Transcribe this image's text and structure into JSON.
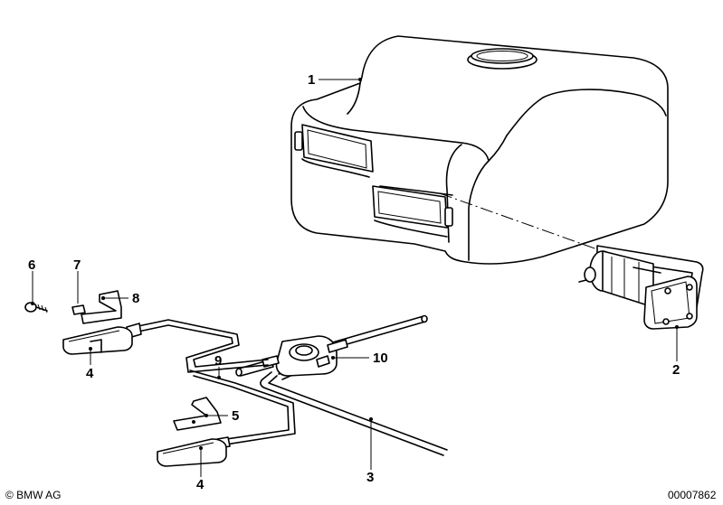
{
  "callouts": [
    {
      "id": "1",
      "label": "1"
    },
    {
      "id": "2",
      "label": "2"
    },
    {
      "id": "3",
      "label": "3"
    },
    {
      "id": "4a",
      "label": "4"
    },
    {
      "id": "4b",
      "label": "4"
    },
    {
      "id": "5",
      "label": "5"
    },
    {
      "id": "6",
      "label": "6"
    },
    {
      "id": "7",
      "label": "7"
    },
    {
      "id": "8",
      "label": "8"
    },
    {
      "id": "9",
      "label": "9"
    },
    {
      "id": "10",
      "label": "10"
    }
  ],
  "footer": {
    "copyright": "© BMW AG",
    "diagram_number": "00007862"
  }
}
